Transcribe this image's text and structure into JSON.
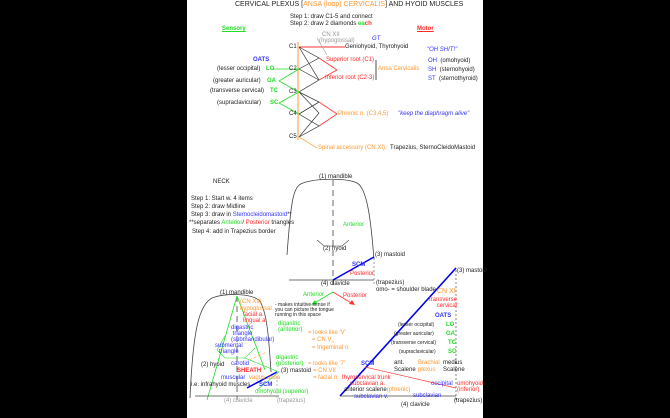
{
  "colors": {
    "sensory": "#22dd22",
    "motor": "#ff2b2b",
    "ansa": "#ff9933",
    "mnemonic": "#3333ff",
    "scm": "#0000ee"
  },
  "title": {
    "pre": "CERVICAL PLEXUS [",
    "ansa": "ANSA (loop) CERVICALIS",
    "post": "] AND HYOID MUSCLES"
  },
  "plexus": {
    "step1": "Step 1: draw C1-5 and connect",
    "step2_pre": "Step 2: draw 2 diamonds ",
    "step2_each_a": "ea",
    "step2_each_b": "ch",
    "sensory": "Sensory",
    "motor": "Motor",
    "cn12": "CN XII",
    "hypoglossal": "(hypoglossal)",
    "levels": [
      "C1",
      "C2",
      "C3",
      "C4",
      "C5"
    ],
    "gt": "GT",
    "geniohyoid": "Geniohyoid, Thyrohyoid",
    "oh_shit": "\"OH SHIT!\"",
    "oats": "OATS",
    "sensory_nerves": [
      {
        "name": "(lesser occipital)",
        "abbr": "LO"
      },
      {
        "name": "(greater auricular)",
        "abbr": "GA"
      },
      {
        "name": "(transverse cervical)",
        "abbr": "TC"
      },
      {
        "name": "(supraclavicular)",
        "abbr": "SC"
      }
    ],
    "superior_root": "Superior root (C1)",
    "inferior_root": "Inferior root (C2-3)",
    "ansa_cervicalis": "Ansa Cervicalis",
    "motor_muscles": [
      {
        "abbr": "OH",
        "name": "(omohyoid)"
      },
      {
        "abbr": "SH",
        "name": "(sternohyoid)"
      },
      {
        "abbr": "ST",
        "name": "(sternothyroid)"
      }
    ],
    "phrenic": "Phrenic n. (C3,4,5)",
    "phrenic_note": "\"keep the diaphragm alive\"",
    "spinal_accessory": "Spinal accessory (CN XI)",
    "spinal_targets": "Trapezius, SternoCleidoMastoid"
  },
  "neck": {
    "heading": "NECK",
    "step1": "Step 1: Start w. 4 items",
    "step2": "Step 2: draw Midline",
    "step3_pre": "Step 3: draw in ",
    "step3_scm": "Sternocleidomastoid",
    "step3_post": "**",
    "sep_pre": "**separates ",
    "sep_ant": "Anterior",
    "sep_slash": "/ ",
    "sep_post": "Posterior",
    "sep_end": " triangles",
    "step4": "Step 4: add in Trapezius border",
    "mandible": "(1) mandible",
    "hyoid": "(2) hyoid",
    "mastoid": "(3) mastoid",
    "clavicle": "(4) clavicle",
    "anterior": "Anterior",
    "posterior": "Posterior",
    "scm": "SCM",
    "trapezius": "(trapezius)",
    "omo": "omo- = shoulder blade"
  },
  "anterior_detail": {
    "mandible": "(1) mandible",
    "cn12": "(CN XII)",
    "hypoglossal": "hypoglossal",
    "facial": "facial a.",
    "lingual": "lingual a.",
    "intuitive": [
      "- makes intuitive sense if",
      "you can picture the tongue",
      "running in this space"
    ],
    "digastric_tri": [
      "digastric",
      "triangle",
      "(submandibular)"
    ],
    "digastric_ant": [
      "digastric",
      "(anterior)"
    ],
    "looks_v": "= looks like 'V'",
    "cn5": "= CN V",
    "cn5_sub": "3",
    "trigeminal": "= trigeminal n.",
    "submental": [
      "submental",
      "triangle"
    ],
    "hyoid": "(2) hyoid",
    "carotid": "carotid",
    "sheath": "SHEATH",
    "vagus": "vagus",
    "ansa": "ansa",
    "digastric_post": [
      "digastric",
      "(posterior)"
    ],
    "looks_7": "= looks like '7'",
    "cn7": "= CN VII",
    "facial_n": "= facial n.",
    "mastoid": "(3) mastoid",
    "muscular": "muscular",
    "scm": "SCM",
    "infrahyoid": "i.e. infrahyoid muscles",
    "omohyoid_sup": "omohyoid (superior)",
    "clavicle": "(4) clavicle",
    "trapezius": "(trapezius)"
  },
  "posterior_detail": {
    "mastoid": "(3) mastoid",
    "cn11": "CN XI",
    "transverse": [
      "transverse",
      "cervical"
    ],
    "oats": "OATS",
    "nerves": [
      {
        "name": "(lesser occipital)",
        "abbr": "LO"
      },
      {
        "name": "(greater auricular)",
        "abbr": "GA"
      },
      {
        "name": "(transverse cervical)",
        "abbr": "TC"
      },
      {
        "name": "(supraclavicular)",
        "abbr": "SC"
      }
    ],
    "scm": "SCM",
    "ant_scalene": [
      "ant.",
      "Scalene"
    ],
    "brachial": [
      "Brachial",
      "plexus"
    ],
    "medius": [
      "medius",
      "Scalene"
    ],
    "thyrocervical": "thyrocervical trunk",
    "subclavian_a": "subclavian a.",
    "anterior_scalene": "anterior scalene",
    "phrenic": "(phrenic)",
    "subclavian_v": "subclavian v.",
    "subclavian": "subclavian",
    "occipital": "occipital",
    "omohyoid_inf": [
      "omohyoid",
      "(inferior)"
    ],
    "clavicle": "(4) clavicle",
    "trapezius": "(trapezius)"
  }
}
